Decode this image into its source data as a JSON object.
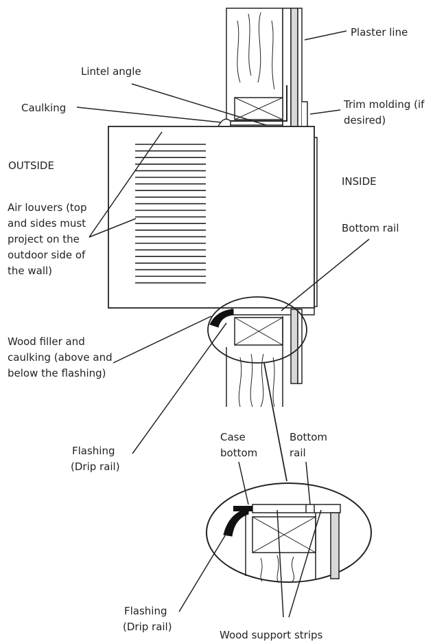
{
  "labels": {
    "plaster_line": "Plaster line",
    "lintel_angle": "Lintel angle",
    "caulking": "Caulking",
    "trim_molding_1": "Trim molding (if",
    "trim_molding_2": "desired)",
    "outside": "OUTSIDE",
    "inside": "INSIDE",
    "air_louvers_1": "Air louvers (top",
    "air_louvers_2": "and sides must",
    "air_louvers_3": "project on the",
    "air_louvers_4": "outdoor side of",
    "air_louvers_5": "the wall)",
    "bottom_rail": "Bottom rail",
    "wood_filler_1": "Wood filler and",
    "wood_filler_2": "caulking (above and",
    "wood_filler_3": "below the flashing)",
    "flashing_1": "Flashing",
    "flashing_2": "(Drip rail)",
    "case_bottom_1": "Case",
    "case_bottom_2": "bottom",
    "bottom_rail_detail_1": "Bottom",
    "bottom_rail_detail_2": "rail",
    "flashing_detail_1": "Flashing",
    "flashing_detail_2": "(Drip rail)",
    "wood_support_strips": "Wood support strips"
  },
  "colors": {
    "line": "#222222",
    "wall_shade": "#d8d8d8",
    "flashing": "#111111"
  }
}
